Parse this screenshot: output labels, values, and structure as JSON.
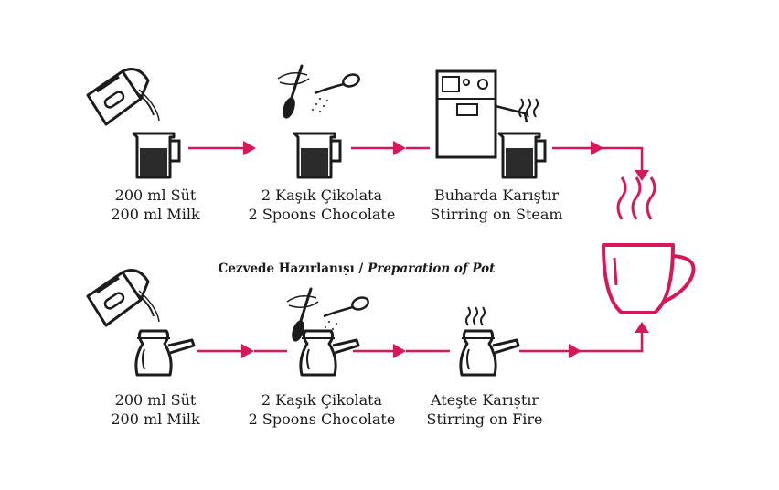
{
  "colors": {
    "accent": "#d6185a",
    "ink": "#1c1c1c",
    "fill": "#2b2b2b"
  },
  "top_row": [
    {
      "icon": "kettle-pour-into-pitcher-icon",
      "tr": "200 ml Süt",
      "en": "200 ml Milk"
    },
    {
      "icon": "spoon-chocolate-pitcher-icon",
      "tr": "2 Kaşık Çikolata",
      "en": "2 Spoons Chocolate"
    },
    {
      "icon": "espresso-machine-steam-icon",
      "tr": "Buharda Karıştır",
      "en": "Stirring on Steam"
    }
  ],
  "section_title": {
    "tr": "Cezvede Hazırlanışı",
    "sep": " / ",
    "en": "Preparation of Pot"
  },
  "bottom_row": [
    {
      "icon": "kettle-pour-into-cezve-icon",
      "tr": "200 ml Süt",
      "en": "200 ml Milk"
    },
    {
      "icon": "spoon-chocolate-cezve-icon",
      "tr": "2 Kaşık Çikolata",
      "en": "2 Spoons Chocolate"
    },
    {
      "icon": "cezve-on-fire-icon",
      "tr": "Ateşte Karıştır",
      "en": "Stirring on Fire"
    }
  ],
  "result_icon": "hot-cup-icon"
}
